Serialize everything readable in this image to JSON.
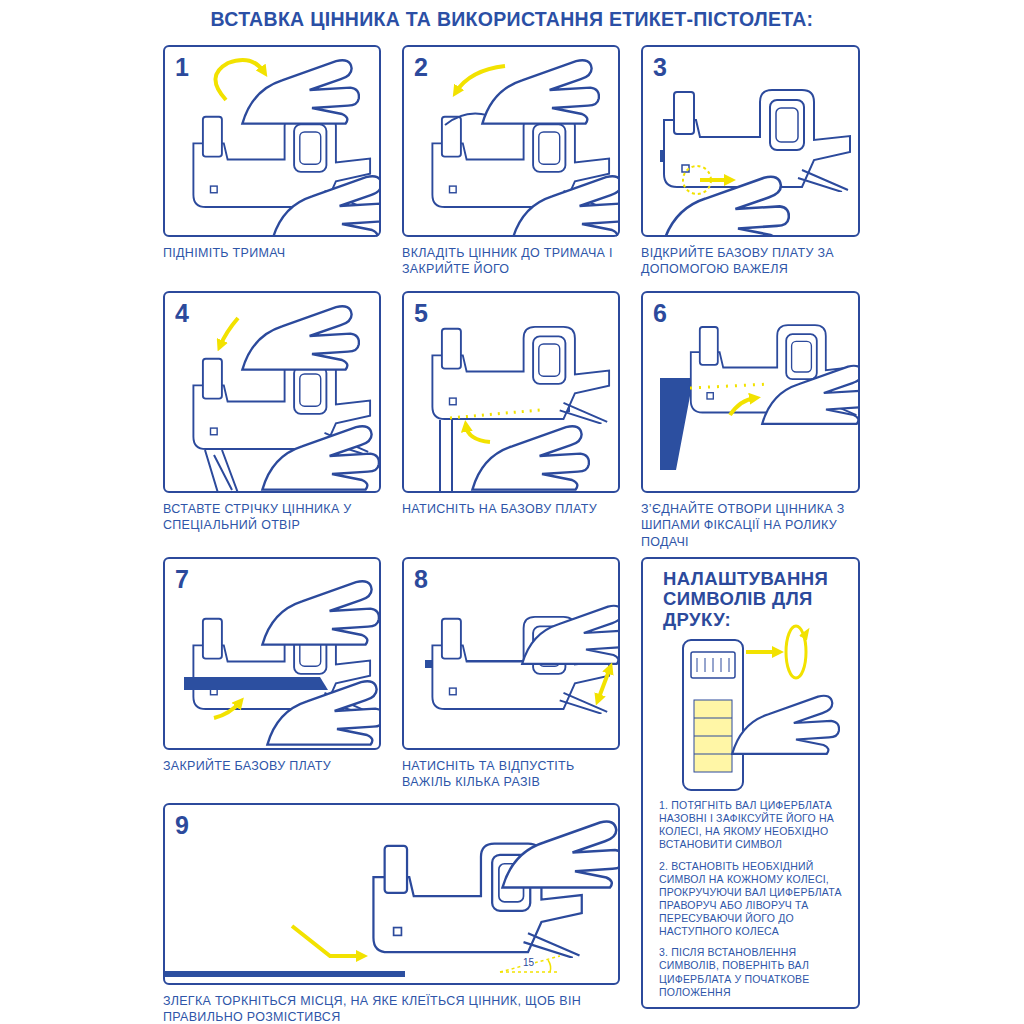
{
  "diagram": {
    "title": "ВСТАВКА ЦІННИКА ТА ВИКОРИСТАННЯ ЕТИКЕТ-ПІСТОЛЕТА:",
    "nodes": [
      {
        "text": [
          "1",
          "ПІДНІМІТЬ ТРИМАЧ"
        ]
      },
      {
        "text": [
          "2",
          "ВКЛАДІТЬ ЦІННИК ДО ТРИМАЧА І ЗАКРИЙТЕ ЙОГО"
        ]
      },
      {
        "text": [
          "3",
          "ВІДКРИЙТЕ БАЗОВУ ПЛАТУ ЗА ДОПОМОГОЮ ВАЖЕЛЯ"
        ]
      },
      {
        "text": [
          "4",
          "ВСТАВТЕ СТРІЧКУ ЦІННИКА У СПЕЦІАЛЬНИЙ ОТВІР"
        ]
      },
      {
        "text": [
          "5",
          "НАТИСНІТЬ НА БАЗОВУ ПЛАТУ"
        ]
      },
      {
        "text": [
          "6",
          "З’ЄДНАЙТЕ ОТВОРИ ЦІННИКА З ШИПАМИ ФІКСАЦІЇ НА РОЛИКУ ПОДАЧІ"
        ]
      },
      {
        "text": [
          "7",
          "ЗАКРИЙТЕ БАЗОВУ ПЛАТУ"
        ]
      },
      {
        "text": [
          "8",
          "НАТИСНІТЬ ТА ВІДПУСТІТЬ ВАЖІЛЬ КІЛЬКА РАЗІВ"
        ]
      },
      {
        "text": [
          "НАЛАШТУВАННЯ СИМВОЛІВ ДЛЯ ДРУКУ:",
          "1. ПОТЯГНІТЬ ВАЛ ЦИФЕРБЛАТА НАЗОВНІ І ЗАФІКСУЙТЕ ЙОГО НА КОЛЕСІ, НА ЯКОМУ НЕОБХІДНО ВСТАНОВИТИ СИМВОЛ",
          "2. ВСТАНОВІТЬ НЕОБХІДНИЙ СИМВОЛ НА КОЖНОМУ КОЛЕСІ, ПРОКРУЧУЮЧИ ВАЛ ЦИФЕРБЛАТА ПРАВОРУЧ АБО ЛІВОРУЧ ТА ПЕРЕСУВАЮЧИ ЙОГО ДО НАСТУПНОГО КОЛЕСА",
          "3. ПІСЛЯ ВСТАНОВЛЕННЯ СИМВОЛІВ, ПОВЕРНІТЬ ВАЛ ЦИФЕРБЛАТА У ПОЧАТКОВЕ ПОЛОЖЕННЯ"
        ]
      },
      {
        "text": [
          "9",
          "ЗЛЕГКА ТОРКНІТЬСЯ МІСЦЯ, НА ЯКЕ КЛЕЇТЬСЯ ЦІННИК, ЩОБ ВІН ПРАВИЛЬНО РОЗМІСТИВСЯ"
        ]
      }
    ],
    "labels": [
      "15"
    ]
  }
}
